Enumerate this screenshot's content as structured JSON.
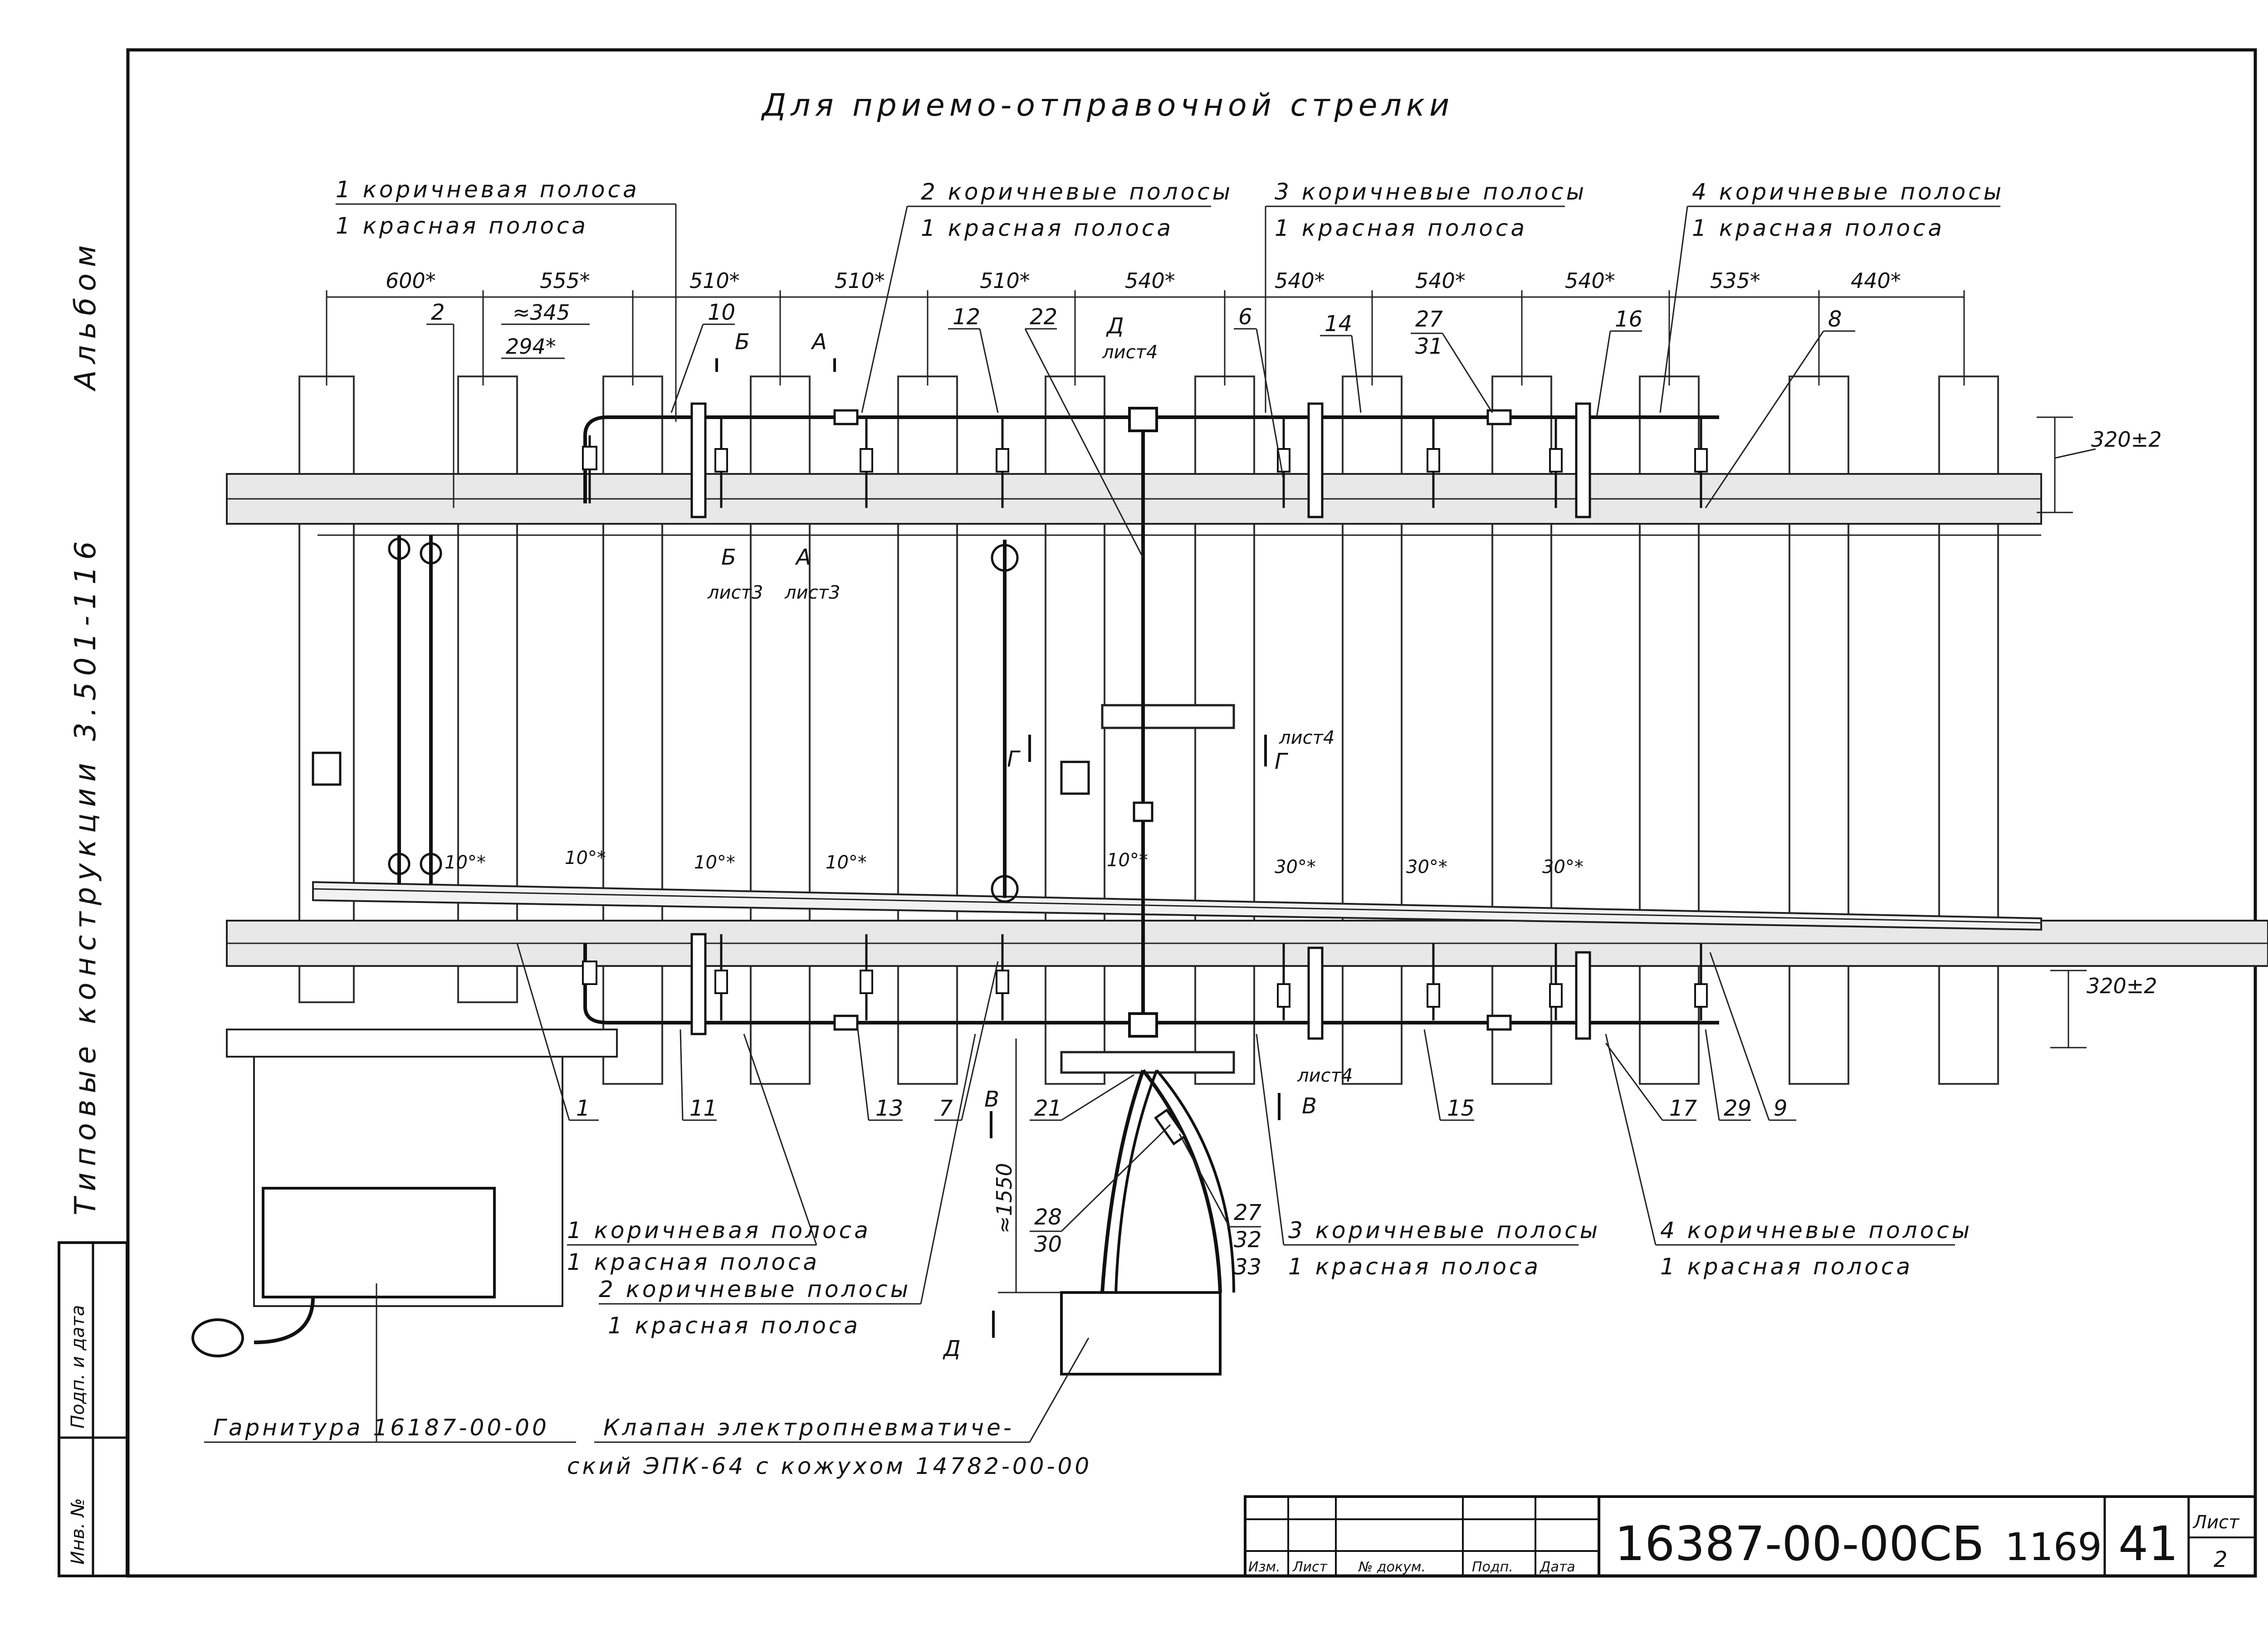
{
  "drawing": {
    "title": "Для приемо-отправочной стрелки",
    "side_album": "Альбом",
    "side_series": "Типовые конструкции 3.501-116",
    "top_notes": [
      {
        "line1": "1 коричневая полоса",
        "line2": "1 красная полоса"
      },
      {
        "line1": "2 коричневые полосы",
        "line2": "1 красная полоса"
      },
      {
        "line1": "3 коричневые полосы",
        "line2": "1 красная полоса"
      },
      {
        "line1": "4 коричневые полосы",
        "line2": "1 красная полоса"
      }
    ],
    "bottom_notes": [
      {
        "line1": "1 коричневая полоса",
        "line2": "1 красная полоса"
      },
      {
        "line1": "2 коричневые полосы",
        "line2": "1 красная полоса"
      },
      {
        "line1": "3 коричневые полосы",
        "line2": "1 красная полоса"
      },
      {
        "line1": "4 коричневые полосы",
        "line2": "1 красная полоса"
      }
    ],
    "top_dimensions": [
      "600*",
      "555*",
      "510*",
      "510*",
      "510*",
      "540*",
      "540*",
      "540*",
      "540*",
      "535*",
      "440*"
    ],
    "sub_dimensions": [
      "≈345",
      "294*"
    ],
    "offset_dims": [
      "320±2",
      "320±2"
    ],
    "vertical_dim": "≈1550",
    "angle_marks": [
      "10°*",
      "10°*",
      "10°*",
      "10°*",
      "10°*",
      "30°*",
      "30°*",
      "30°*"
    ],
    "part_numbers_top": [
      "2",
      "10",
      "12",
      "22",
      "6",
      "14",
      "27",
      "31",
      "16",
      "8"
    ],
    "part_numbers_bottom": [
      "1",
      "11",
      "13",
      "7",
      "21",
      "15",
      "17",
      "29",
      "9"
    ],
    "part_numbers_hose": [
      "28",
      "30",
      "27",
      "32",
      "33"
    ],
    "section_marks": {
      "B": "Б",
      "A": "А",
      "G": "Г",
      "V": "В",
      "D": "Д",
      "list3": "лист3",
      "list4": "лист4"
    },
    "captions": {
      "garnitura": "Гарнитура 16187-00-00",
      "klapan_1": "Клапан электропневматиче-",
      "klapan_2": "ский ЭПК-64 с кожухом 14782-00-00"
    },
    "stamp": {
      "headers": [
        "Изм.",
        "Лист",
        "№ докум.",
        "Подп.",
        "Дата"
      ],
      "code": "16387-00-00СБ",
      "num_a": "1169",
      "num_b": "41",
      "sheet_label": "Лист",
      "sheet_no": "2"
    },
    "left_strip": [
      "Подп. и дата",
      "Инв. №"
    ]
  }
}
